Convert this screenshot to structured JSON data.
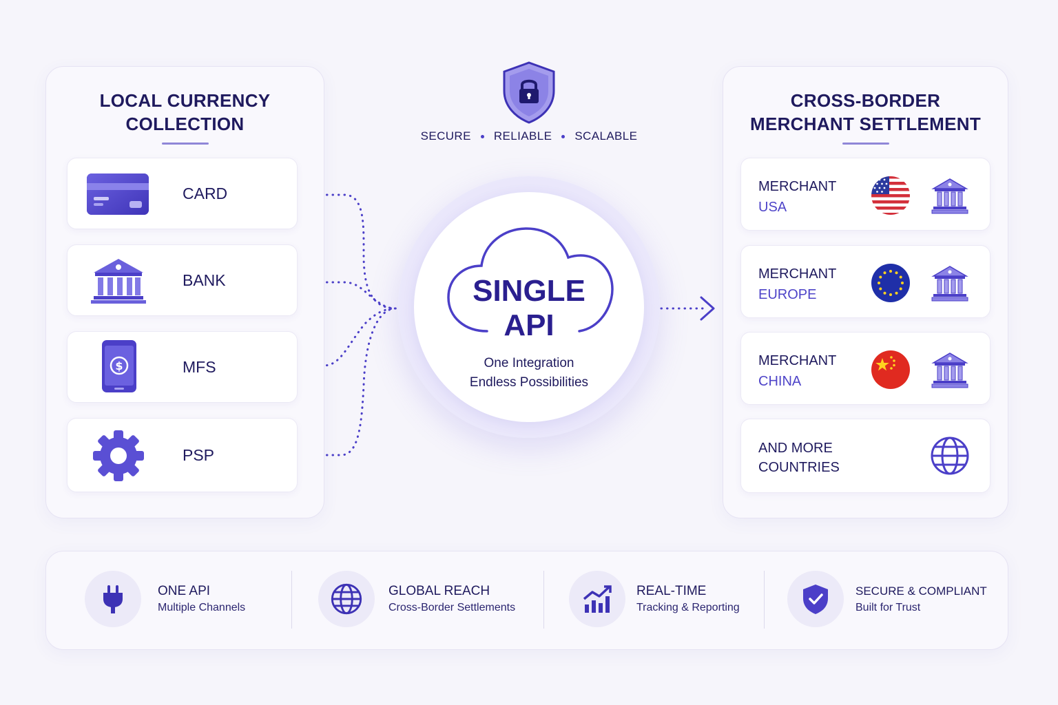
{
  "tagline": {
    "items": [
      "SECURE",
      "RELIABLE",
      "SCALABLE"
    ]
  },
  "left_panel": {
    "title": "LOCAL CURRENCY\nCOLLECTION",
    "items": [
      {
        "label": "CARD",
        "icon": "credit-card-icon"
      },
      {
        "label": "BANK",
        "icon": "bank-icon"
      },
      {
        "label": "MFS",
        "icon": "mobile-payment-icon"
      },
      {
        "label": "PSP",
        "icon": "gear-icon"
      }
    ]
  },
  "hub": {
    "title": "SINGLE\nAPI",
    "subtitle": "One Integration\nEndless Possibilities",
    "icon": "cloud-icon"
  },
  "right_panel": {
    "title": "CROSS-BORDER\nMERCHANT SETTLEMENT",
    "merchants": [
      {
        "line1": "MERCHANT",
        "line2": "USA",
        "flag": "usa-flag-icon"
      },
      {
        "line1": "MERCHANT",
        "line2": "EUROPE",
        "flag": "eu-flag-icon"
      },
      {
        "line1": "MERCHANT",
        "line2": "CHINA",
        "flag": "china-flag-icon"
      }
    ],
    "more": {
      "line1": "AND MORE",
      "line2": "COUNTRIES",
      "icon": "globe-icon"
    }
  },
  "features": [
    {
      "title": "ONE API",
      "subtitle": "Multiple Channels",
      "icon": "plug-icon"
    },
    {
      "title": "GLOBAL REACH",
      "subtitle": "Cross-Border Settlements",
      "icon": "globe-icon"
    },
    {
      "title": "REAL-TIME",
      "subtitle": "Tracking & Reporting",
      "icon": "growth-chart-icon"
    },
    {
      "title": "SECURE & COMPLIANT",
      "subtitle": "Built for Trust",
      "icon": "shield-check-icon"
    }
  ],
  "colors": {
    "primary": "#4b3fc8",
    "accent_light": "#7e74e0",
    "text_dark": "#1f1a5e",
    "background": "#f6f5fb",
    "usa_red": "#d32f3a",
    "eu_blue": "#1f2fa8",
    "china_red": "#e02a20",
    "star_yellow": "#ffd21f"
  }
}
